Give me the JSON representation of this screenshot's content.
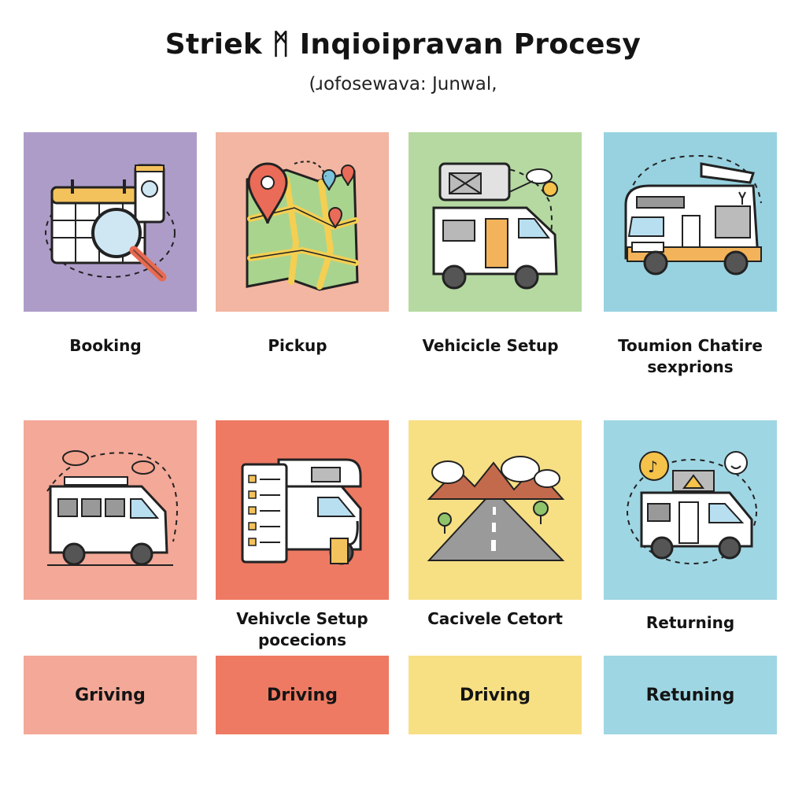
{
  "header": {
    "title": "Striek ᛗ Inqioipravan Procesy",
    "subtitle": "(ɹofosewava: Junwal,"
  },
  "colors": {
    "lavender": "#ad9cc8",
    "peach": "#f2b6a2",
    "mint": "#b5d9a1",
    "sky": "#98d2e0",
    "salmon": "#f3a898",
    "coral": "#ee7a63",
    "butter": "#f7df84",
    "sky2": "#9fd6e3"
  },
  "steps_row1": [
    {
      "label": "Booking",
      "icon": "calendar-search-icon"
    },
    {
      "label": "Pickup",
      "icon": "map-pin-icon"
    },
    {
      "label": "Vehicicle Setup",
      "icon": "camper-van-icon"
    },
    {
      "label": "Toumion Chatire sexprions",
      "icon": "motorhome-icon"
    }
  ],
  "steps_row2": [
    {
      "label": "",
      "icon": "van-driving-icon"
    },
    {
      "label": "Vehivcle Setup pocecions",
      "icon": "checklist-rv-icon"
    },
    {
      "label": "Cacivele Cetort",
      "icon": "mountain-road-icon"
    },
    {
      "label": "Returning",
      "icon": "happy-rv-icon"
    }
  ],
  "bands": [
    {
      "label": "Griving"
    },
    {
      "label": "Driving"
    },
    {
      "label": "Driving"
    },
    {
      "label": "Retuning"
    }
  ]
}
